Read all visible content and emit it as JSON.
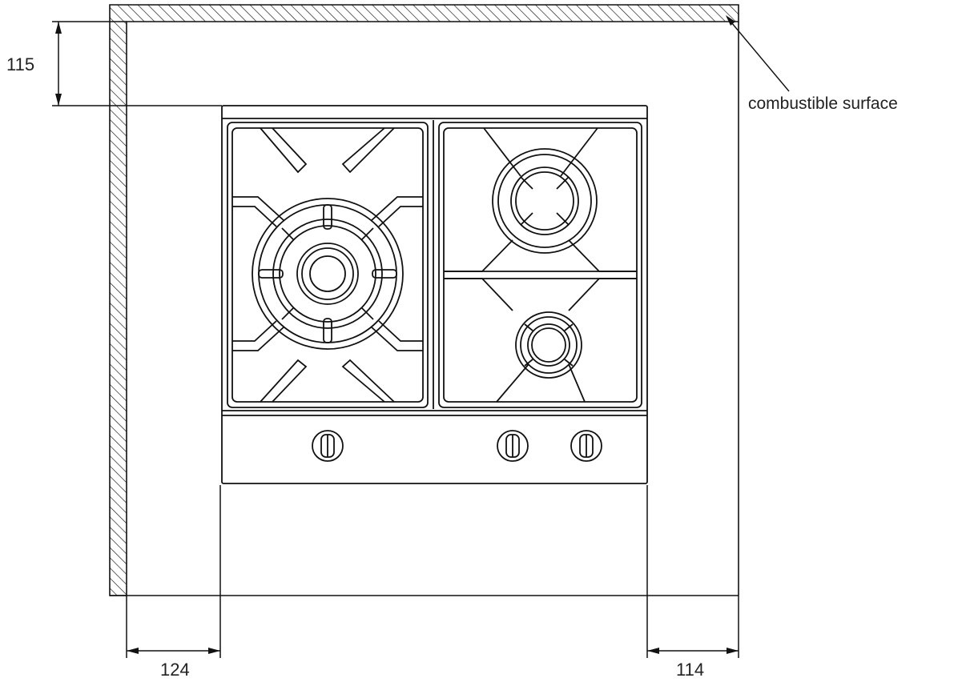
{
  "dimensions": {
    "top_clearance": "115",
    "left_clearance": "124",
    "right_clearance": "114"
  },
  "callout": {
    "label": "combustible surface"
  },
  "colors": {
    "line": "#111111",
    "text": "#222222",
    "background": "#ffffff"
  },
  "cooktop": {
    "burners": [
      "wok-burner",
      "large-burner",
      "small-burner"
    ],
    "knob_count": 3
  }
}
